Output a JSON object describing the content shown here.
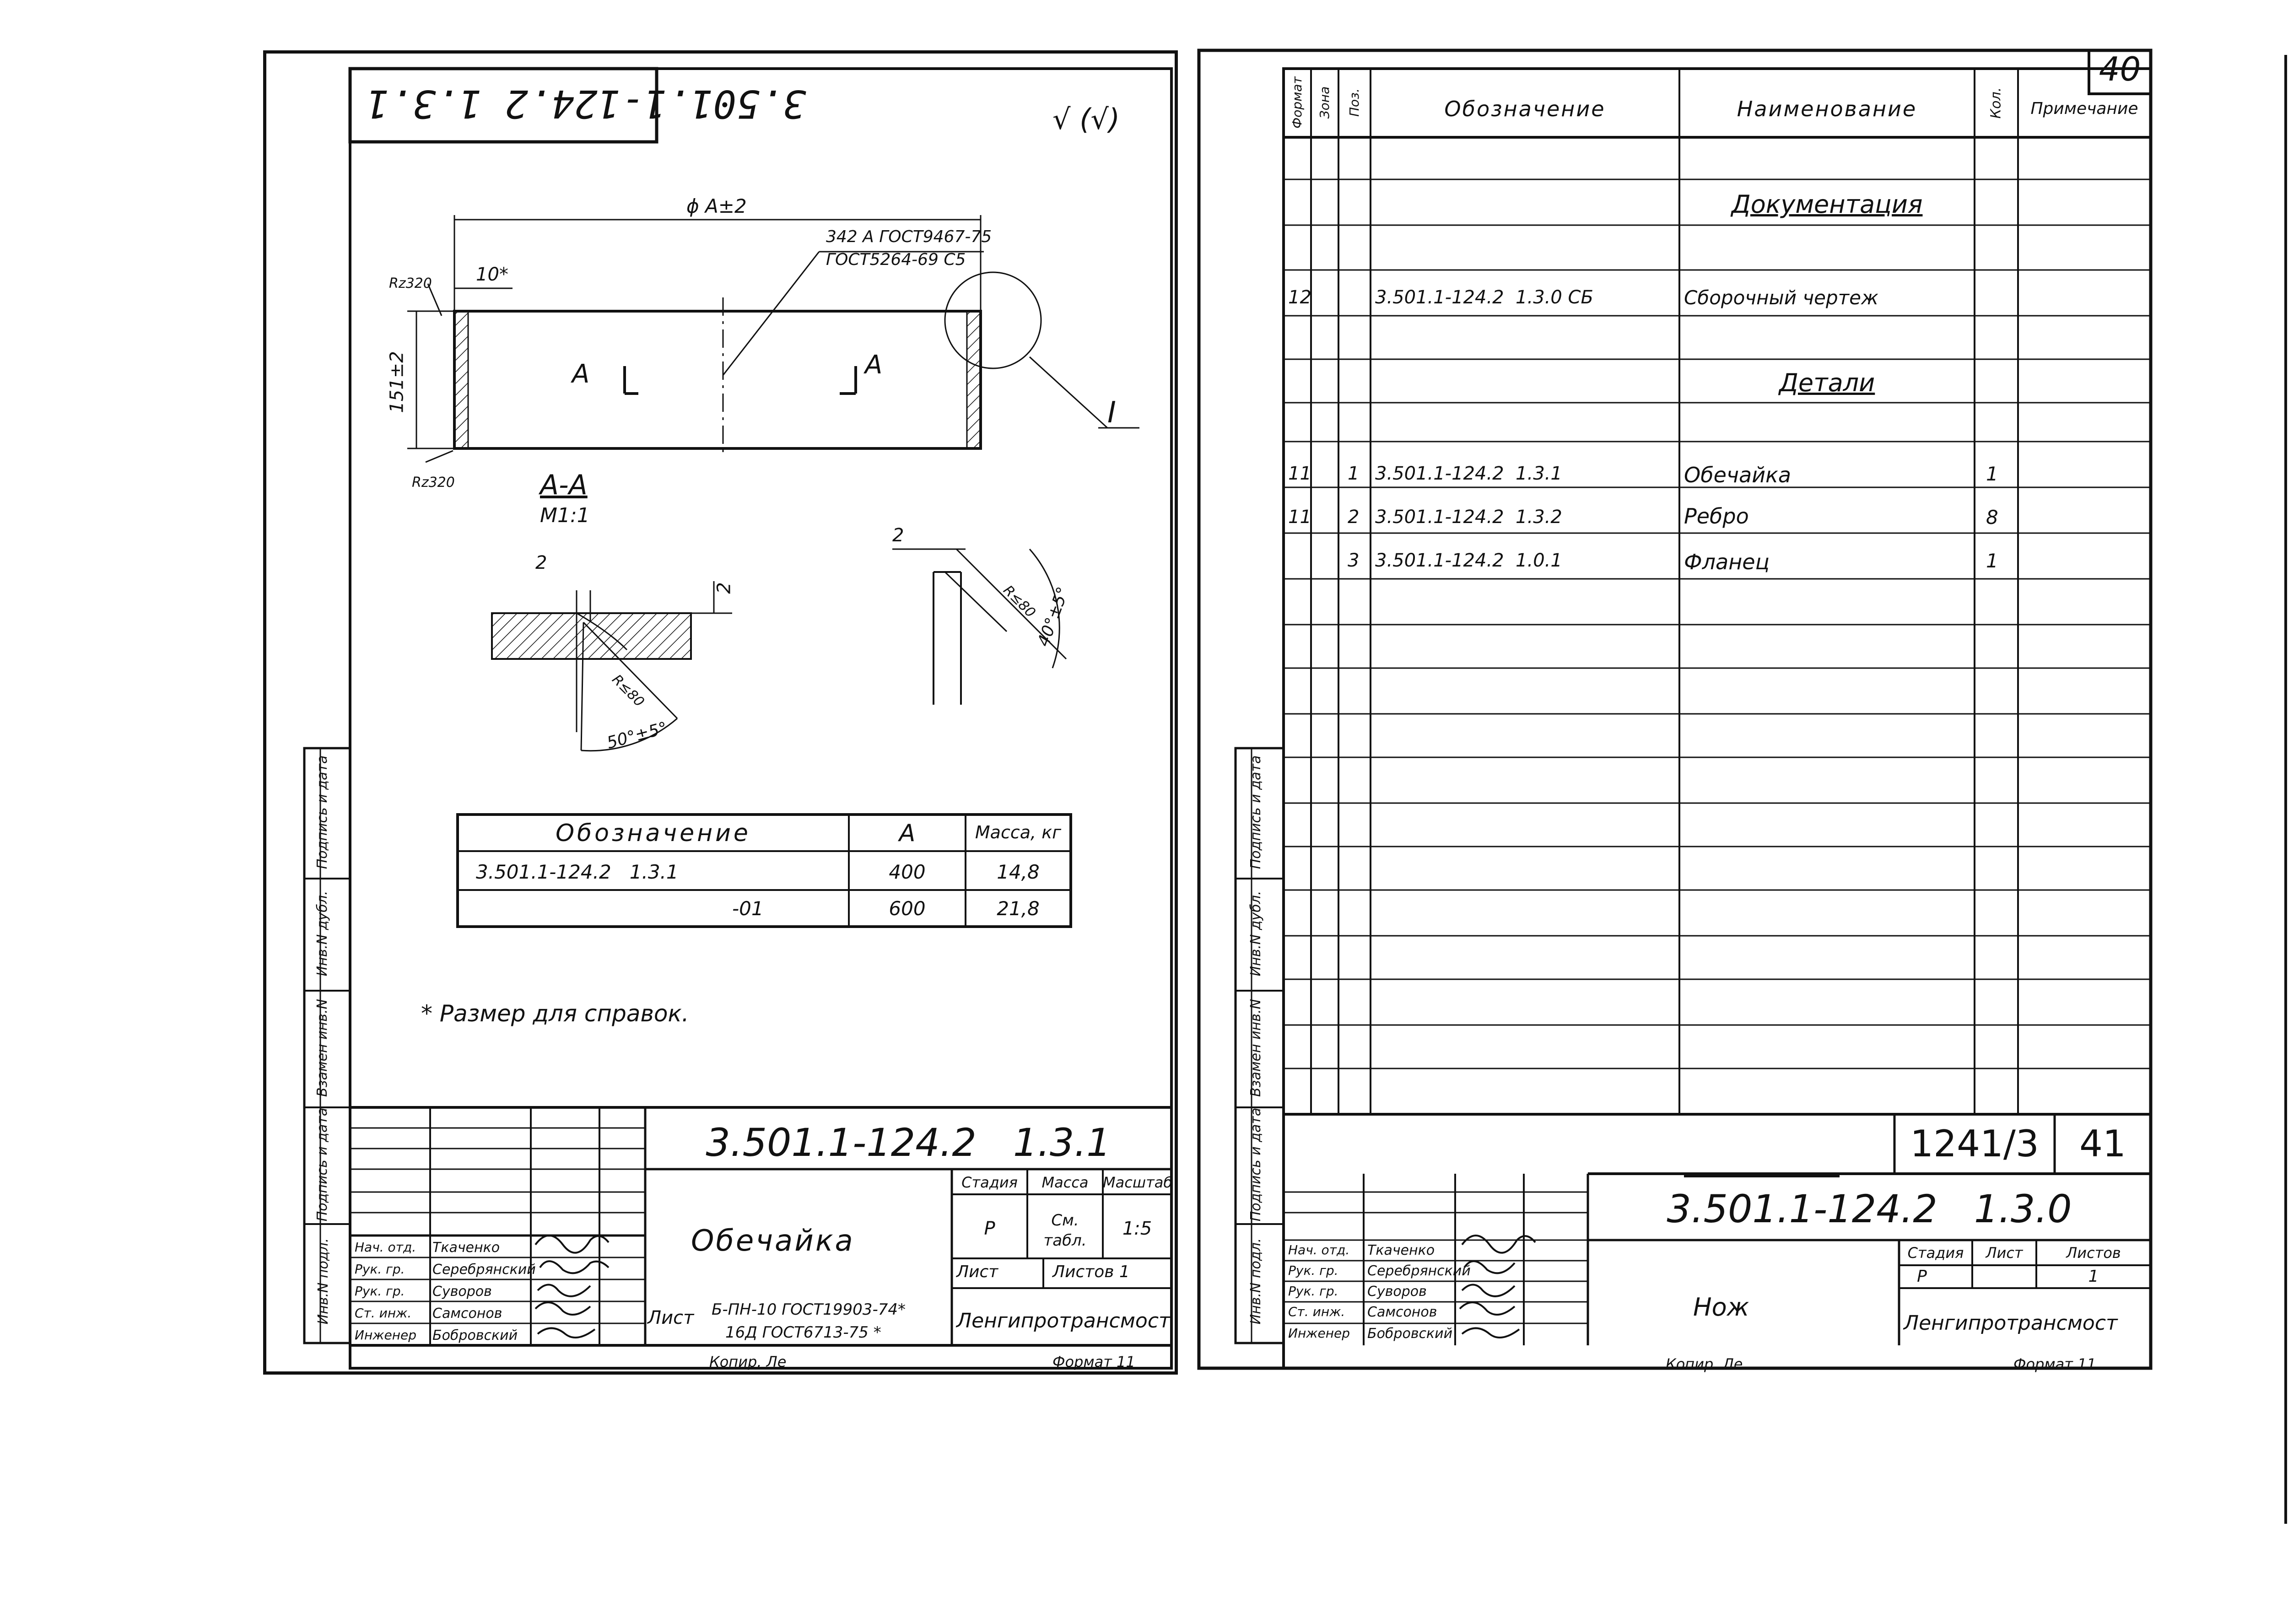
{
  "left": {
    "code_box": "3.501.1-124.2 1.3.1",
    "roughness": "√ (√)",
    "dims": {
      "phi": "ϕ A±2",
      "weld_spec_1": "342 А ГОСТ9467-75",
      "weld_spec_2": "ГОСТ5264-69 С5",
      "ten": "10*",
      "height": "151±2",
      "rz_top": "Rz320",
      "rz_bottom": "Rz320",
      "section_a_left": "А",
      "section_a_right": "А",
      "callout": "I",
      "section_title": "А-А",
      "section_scale": "М1:1",
      "gap1": "2",
      "gap2": "2",
      "gap3": "2",
      "r_left": "R≤80",
      "r_right": "R≤80",
      "angle_left": "50°±5°",
      "angle_right": "40°±5°"
    },
    "table": {
      "headers": [
        "Обозначение",
        "А",
        "Масса, кг"
      ],
      "rows": [
        [
          "3.501.1-124.2   1.3.1",
          "400",
          "14,8"
        ],
        [
          "-01",
          "600",
          "21,8"
        ]
      ]
    },
    "note": "* Размер для справок.",
    "side_labels": [
      "Инв.N подл.",
      "Подпись и дата",
      "Взамен инв.N",
      "Инв.N дубл.",
      "Подпись и дата"
    ],
    "title_block": {
      "code": "3.501.1-124.2   1.3.1",
      "name": "Обечайка",
      "stage_h": "Стадия",
      "mass_h": "Масса",
      "scale_h": "Масштаб",
      "stage": "Р",
      "mass": "См. табл.",
      "scale": "1:5",
      "sheet": "Лист",
      "sheets": "Листов 1",
      "material_label": "Лист",
      "material_1": "Б-ПН-10 ГОСТ19903-74*",
      "material_2": "16Д ГОСТ6713-75 *",
      "org": "Ленгипротрансмост",
      "people": [
        [
          "Нач. отд.",
          "Ткаченко"
        ],
        [
          "Рук. гр.",
          "Серебрянский"
        ],
        [
          "Рук. гр.",
          "Суворов"
        ],
        [
          "Ст. инж.",
          "Самсонов"
        ],
        [
          "Инженер",
          "Бобровский"
        ]
      ]
    },
    "footer_left": "Копир. Ле",
    "footer_right": "Формат 11"
  },
  "right": {
    "page_no": "40",
    "headers": [
      "Формат",
      "Зона",
      "Поз.",
      "Обозначение",
      "Наименование",
      "Кол.",
      "Примечание"
    ],
    "sec_docs": "Документация",
    "sec_parts": "Детали",
    "rows": [
      {
        "fmt": "12",
        "zone": "",
        "pos": "",
        "code": "3.501.1-124.2  1.3.0 СБ",
        "name": "Сборочный чертеж",
        "qty": ""
      },
      {
        "fmt": "11",
        "zone": "",
        "pos": "1",
        "code": "3.501.1-124.2  1.3.1",
        "name": "Обечайка",
        "qty": "1"
      },
      {
        "fmt": "11",
        "zone": "",
        "pos": "2",
        "code": "3.501.1-124.2  1.3.2",
        "name": "Ребро",
        "qty": "8"
      },
      {
        "fmt": "",
        "zone": "",
        "pos": "3",
        "code": "3.501.1-124.2  1.0.1",
        "name": "Фланец",
        "qty": "1"
      }
    ],
    "side_labels": [
      "Инв.N подл.",
      "Подпись и дата",
      "Взамен инв.N",
      "Инв.N дубл.",
      "Подпись и дата"
    ],
    "stamp_num": "1241/3",
    "stamp_sheet": "41",
    "title_block": {
      "code": "3.501.1-124.2   1.3.0",
      "name": "Нож",
      "stage_h": "Стадия",
      "sheet_h": "Лист",
      "sheets_h": "Листов",
      "stage": "Р",
      "sheets": "1",
      "org": "Ленгипротрансмост",
      "people": [
        [
          "Нач. отд.",
          "Ткаченко"
        ],
        [
          "Рук. гр.",
          "Серебрянский"
        ],
        [
          "Рук. гр.",
          "Суворов"
        ],
        [
          "Ст. инж.",
          "Самсонов"
        ],
        [
          "Инженер",
          "Бобровский"
        ]
      ]
    },
    "footer_left": "Копир. Ле",
    "footer_right": "Формат 11"
  }
}
